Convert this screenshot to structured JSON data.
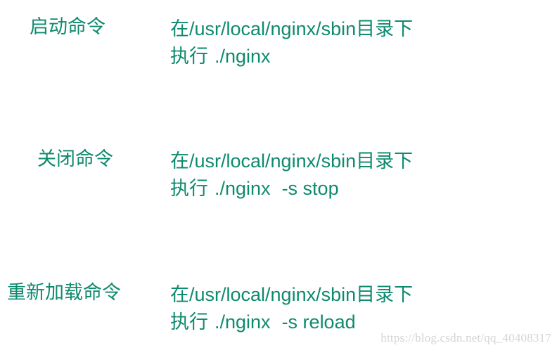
{
  "slide": {
    "accent_color": "#0e8a6e",
    "background_color": "#ffffff",
    "rows": [
      {
        "label": "启动命令",
        "line1": "在/usr/local/nginx/sbin目录下",
        "line2_prefix": "执行",
        "line2_command": "./nginx",
        "line2_args": ""
      },
      {
        "label": "关闭命令",
        "line1": "在/usr/local/nginx/sbin目录下",
        "line2_prefix": "执行",
        "line2_command": "./nginx",
        "line2_args": "-s stop"
      },
      {
        "label": "重新加载命令",
        "line1": "在/usr/local/nginx/sbin目录下",
        "line2_prefix": "执行",
        "line2_command": "./nginx",
        "line2_args": "-s reload"
      }
    ]
  },
  "watermark": {
    "text": "https://blog.csdn.net/qq_40408317",
    "color": "#d4d4d4"
  }
}
